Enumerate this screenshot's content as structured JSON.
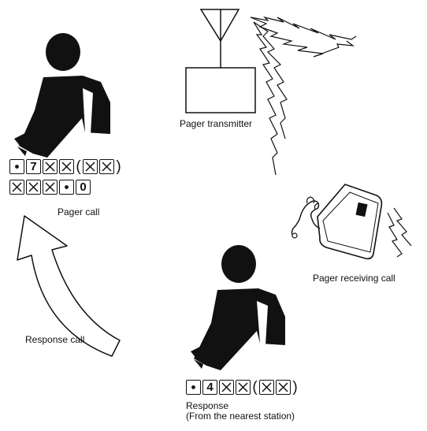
{
  "labels": {
    "transmitter": "Pager transmitter",
    "pager_call": "Pager call",
    "receiving": "Pager receiving call",
    "response_call": "Response call",
    "response_line1": "Response",
    "response_line2": "(From the nearest station)"
  },
  "pager_call_keys": {
    "row1": [
      "dot",
      "7",
      "x",
      "x",
      "(",
      "x",
      "x",
      ")"
    ],
    "row2": [
      "x",
      "x",
      "x",
      "dot",
      "0"
    ]
  },
  "response_keys": [
    "dot",
    "4",
    "x",
    "x",
    "(",
    "x",
    "x",
    ")"
  ],
  "icons": [
    "person-caller-icon",
    "antenna-icon",
    "transmitter-box-icon",
    "radio-wave-icon",
    "pager-device-icon",
    "person-responder-icon",
    "response-arrow-icon"
  ]
}
